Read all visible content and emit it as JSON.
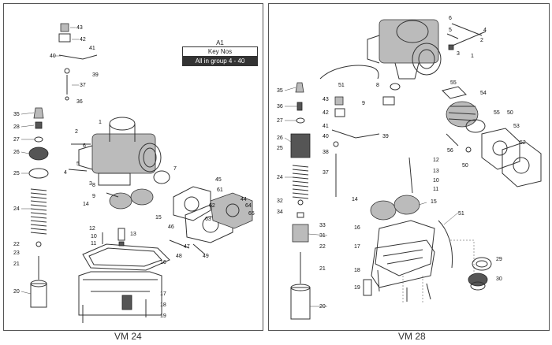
{
  "panels": [
    {
      "caption": "VM 24",
      "key_box": {
        "ref": "A1",
        "title": "Key Nos",
        "group": "All in group 4 - 40"
      },
      "callouts": [
        "43",
        "42",
        "41",
        "40",
        "39",
        "37",
        "36",
        "35",
        "28",
        "27",
        "26",
        "25",
        "24",
        "22",
        "23",
        "21",
        "20",
        "1",
        "2",
        "3",
        "4",
        "5",
        "6",
        "7",
        "8",
        "9",
        "10",
        "11",
        "12",
        "13",
        "14",
        "15",
        "16",
        "17",
        "18",
        "19",
        "44",
        "45",
        "46",
        "47",
        "48",
        "49",
        "61",
        "62",
        "63",
        "64",
        "65"
      ]
    },
    {
      "caption": "VM 28",
      "callouts": [
        "6",
        "5",
        "4",
        "2",
        "3",
        "1",
        "51",
        "55",
        "54",
        "53",
        "50",
        "52",
        "56",
        "8",
        "9",
        "35",
        "36",
        "43",
        "42",
        "27",
        "41",
        "40",
        "39",
        "26",
        "25",
        "24",
        "37",
        "38",
        "12",
        "13",
        "10",
        "11",
        "14",
        "15",
        "32",
        "34",
        "33",
        "31",
        "22",
        "21",
        "20",
        "16",
        "17",
        "18",
        "19",
        "29",
        "30",
        "51"
      ]
    }
  ]
}
